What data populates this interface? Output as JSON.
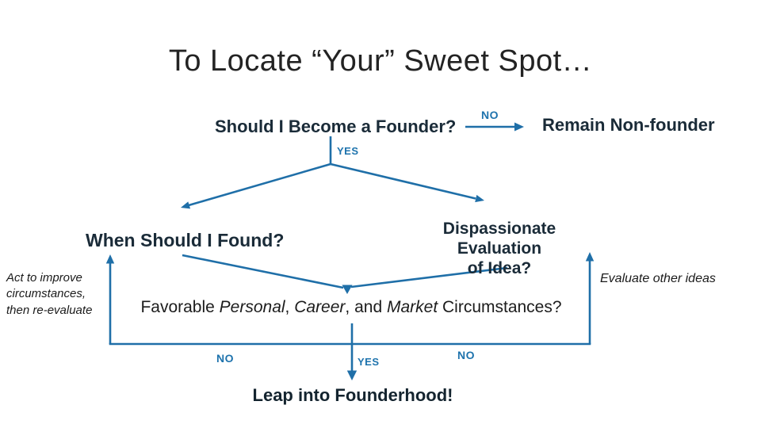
{
  "slide": {
    "title": "To Locate “Your” Sweet Spot…"
  },
  "flowchart": {
    "q_founder": "Should I Become a Founder?",
    "remain": "Remain Non-founder",
    "q_when": "When Should I Found?",
    "q_eval_line1": "Dispassionate Evaluation",
    "q_eval_line2": "of Idea?",
    "act_note": {
      "line1": "Act to improve",
      "line2": "circumstances,",
      "line3": "then re-evaluate"
    },
    "favorable": {
      "seg1": "Favorable ",
      "seg2": "Personal",
      "seg3": ", ",
      "seg4": "Career",
      "seg5": ", and ",
      "seg6": "Market",
      "seg7": " Circumstances?"
    },
    "evaluate_other": "Evaluate other ideas",
    "leap": "Leap into Founderhood!",
    "labels": {
      "no_top": "NO",
      "yes_top": "YES",
      "no_left": "NO",
      "yes_bottom": "YES",
      "no_right": "NO"
    }
  },
  "colors": {
    "line_blue": "#1f6fa8",
    "label_blue": "#1e73ad",
    "dark_text": "#1a2b38",
    "title_text": "#232323"
  }
}
